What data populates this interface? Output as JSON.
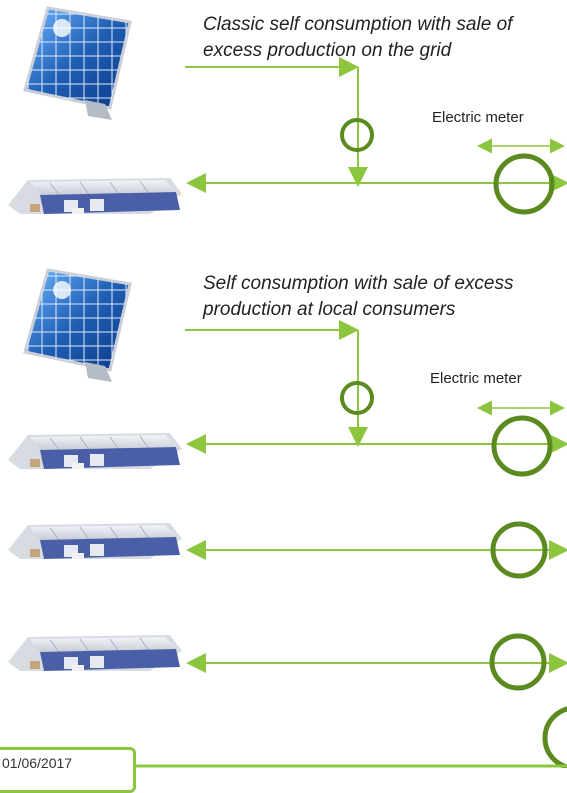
{
  "scenarios": [
    {
      "caption_line1": "Classic self consumption with sale of",
      "caption_line2": "excess production on the grid",
      "meter_label": "Electric meter"
    },
    {
      "caption_line1": "Self consumption with sale of excess",
      "caption_line2": "production at local consumers",
      "meter_label": "Electric meter"
    }
  ],
  "footer": {
    "date": "01/06/2017"
  },
  "colors": {
    "line": "#8cc63f",
    "meter_ring": "#5b8a1e",
    "panel_blue": "#1f5fb4",
    "building_roof": "#d9dde3",
    "building_wall": "#4a5fa8"
  },
  "icons": [
    "solar-panel-icon",
    "warehouse-icon",
    "meter-icon",
    "double-arrow-icon"
  ]
}
